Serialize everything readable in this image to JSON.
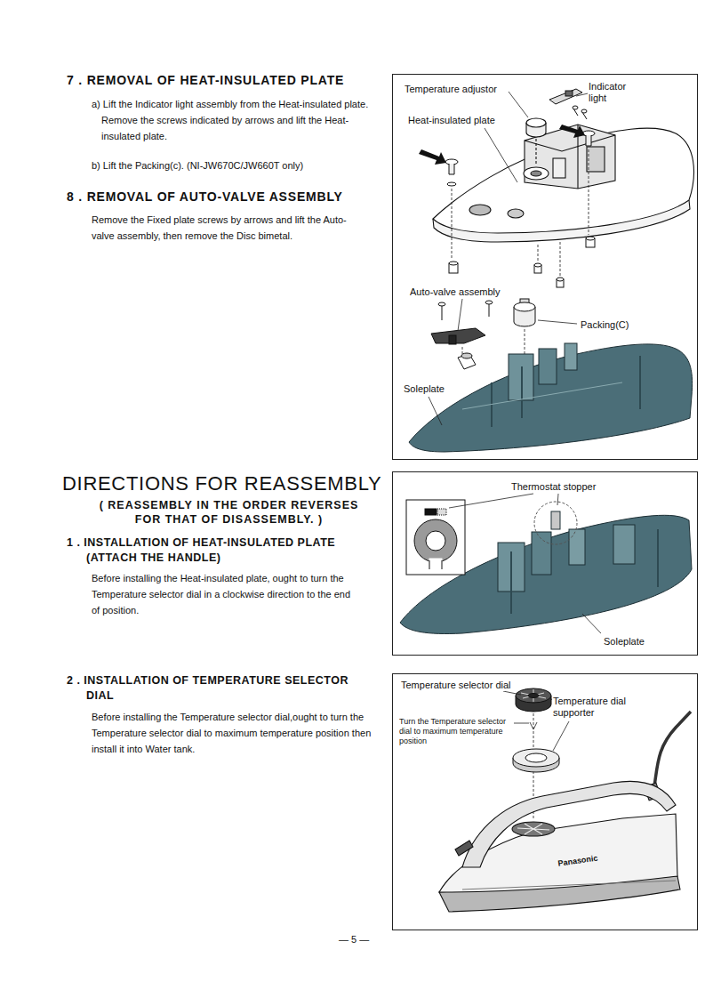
{
  "diagram": {
    "nodes": [
      {
        "text": [
          "Temperature adjustor",
          "Indicator light",
          "Heat-insulated plate",
          "Auto-valve assembly",
          "Packing(C)",
          "Soleplate"
        ]
      },
      {
        "text": [
          "Thermostat stopper",
          "Soleplate"
        ]
      },
      {
        "text": [
          "Temperature selector dial",
          "Temperature dial supporter",
          "Turn the Temperature selector dial to maximum temperature position",
          "Panasonic"
        ]
      }
    ],
    "labels": [
      "7 . REMOVAL OF HEAT-INSULATED PLATE",
      "a) Lift the Indicator light assembly from the Heat-insulated plate. Remove the screws indicated by arrows and lift the Heat-insulated plate.",
      "b) Lift the Packing(c). (NI-JW670C/JW660T only)",
      "8 . REMOVAL OF AUTO-VALVE ASSEMBLY",
      "Remove the Fixed plate screws by arrows and lift the Auto-valve assembly, then remove the Disc bimetal.",
      "DIRECTIONS FOR REASSEMBLY",
      "( REASSEMBLY IN THE ORDER REVERSES FOR THAT OF DISASSEMBLY. )",
      "1 . INSTALLATION OF HEAT-INSULATED PLATE (ATTACH THE HANDLE)",
      "Before installing the Heat-insulated plate, ought to turn the Temperature selector dial in a clockwise direction to the end of position.",
      "2 . INSTALLATION OF TEMPERATURE SELECTOR DIAL",
      "Before installing the Temperature selector dial,ought to turn the Temperature selector dial to maximum temperature position then install it into Water tank.",
      "— 5 —"
    ]
  }
}
